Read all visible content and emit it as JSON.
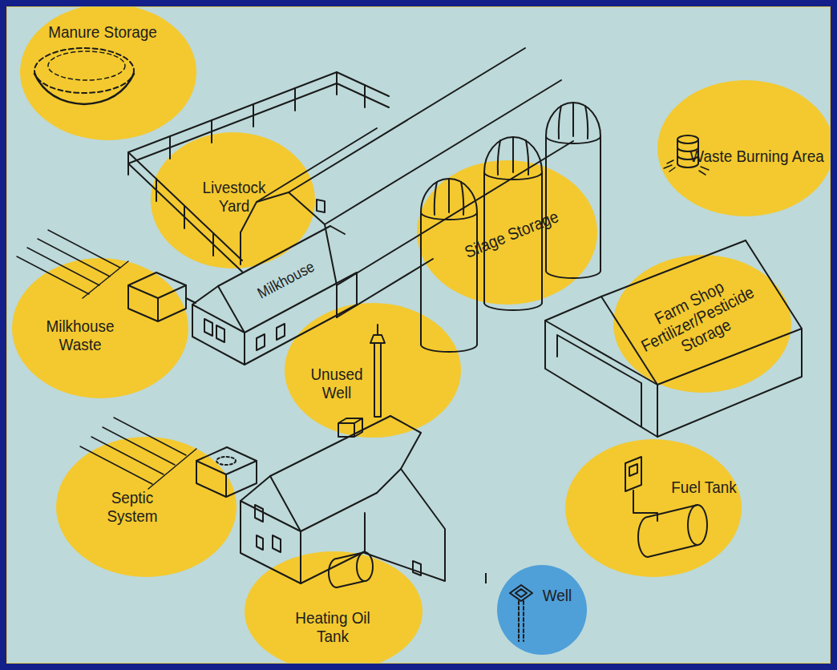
{
  "diagram": {
    "nodes": [
      {
        "text": [
          "Manure Storage"
        ]
      },
      {
        "text": [
          "Livestock Yard"
        ]
      },
      {
        "text": [
          "Waste Burning Area"
        ]
      },
      {
        "text": [
          "Silage Storage"
        ]
      },
      {
        "text": [
          "Milkhouse Waste"
        ]
      },
      {
        "text": [
          "Farm Shop Fertilizer/Pesticide Storage"
        ]
      },
      {
        "text": [
          "Unused Well"
        ]
      },
      {
        "text": [
          "Septic System"
        ]
      },
      {
        "text": [
          "Fuel Tank"
        ]
      },
      {
        "text": [
          "Heating Oil Tank"
        ]
      },
      {
        "text": [
          "Well"
        ]
      }
    ],
    "labels": [
      "Milkhouse"
    ]
  }
}
